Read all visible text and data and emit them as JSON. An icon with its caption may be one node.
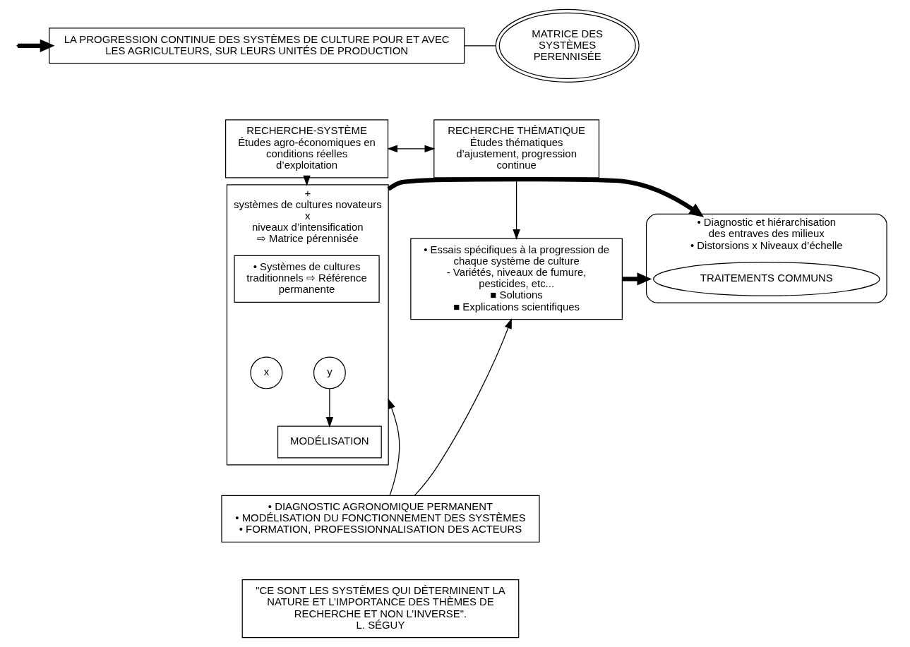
{
  "diagram": {
    "nodes": [
      {
        "text": [
          "LA PROGRESSION CONTINUE DES SYSTÈMES DE CULTURE POUR ET AVEC LES AGRICULTEURS, SUR LEURS UNITÉS DE PRODUCTION"
        ]
      },
      {
        "text": [
          "MATRICE DES SYSTÈMES PERENNISÉE"
        ]
      },
      {
        "text": [
          "RECHERCHE-SYSTÈME",
          "Études agro-économiques en conditions réelles d’exploitation"
        ]
      },
      {
        "text": [
          "RECHERCHE THÉMATIQUE",
          "Études thématiques d’ajustement, progression continue"
        ]
      },
      {
        "text": [
          "+",
          "systèmes de cultures novateurs",
          "x",
          "niveaux d’intensification",
          "⇨ Matrice pérennisée"
        ]
      },
      {
        "text": [
          "• Systèmes de cultures traditionnels ⇨ Référence permanente"
        ],
        "in": 4
      },
      {
        "text": [
          "x"
        ],
        "in": 4
      },
      {
        "text": [
          "y"
        ],
        "in": 4
      },
      {
        "text": [
          "MODÉLISATION"
        ],
        "in": 4
      },
      {
        "text": [
          "• Essais spécifiques à la progression de chaque système de culture",
          "- Variétés, niveaux de fumure, pesticides, etc...",
          "■ Solutions",
          "■ Explications scientifiques"
        ]
      },
      {
        "text": [
          "• Diagnostic et hiérarchisation des entraves des milieux",
          "• Distorsions x Niveaux d’échelle"
        ]
      },
      {
        "text": [
          "TRAITEMENTS COMMUNS"
        ],
        "in": 10
      },
      {
        "text": [
          "• DIAGNOSTIC AGRONOMIQUE PERMANENT",
          "• MODÉLISATION DU FONCTIONNEMENT DES SYSTÈMES",
          "• FORMATION, PROFESSIONNALISATION DES ACTEURS"
        ]
      },
      {
        "text": [
          "\"CE SONT LES SYSTÈMES QUI DÉTERMINENT LA NATURE ET L’IMPORTANCE DES THÈMES DE RECHERCHE ET NON L’INVERSE\".",
          "L. SÉGUY"
        ]
      }
    ],
    "edges": [
      {
        "from": null,
        "to": 0,
        "arrow": "to",
        "style": "thick"
      },
      {
        "from": 0,
        "to": 1,
        "arrow": "none"
      },
      {
        "from": 2,
        "to": 3,
        "arrow": "both"
      },
      {
        "from": 2,
        "to": 4,
        "arrow": "to"
      },
      {
        "from": 3,
        "to": 9,
        "arrow": "to"
      },
      {
        "from": 7,
        "to": 8,
        "arrow": "to"
      },
      {
        "from": 4,
        "to": 10,
        "arrow": "to",
        "style": "thick"
      },
      {
        "from": 9,
        "to": 10,
        "arrow": "to",
        "style": "thick"
      },
      {
        "from": 12,
        "to": 4,
        "arrow": "to"
      },
      {
        "from": 12,
        "to": 9,
        "arrow": "to"
      }
    ]
  }
}
